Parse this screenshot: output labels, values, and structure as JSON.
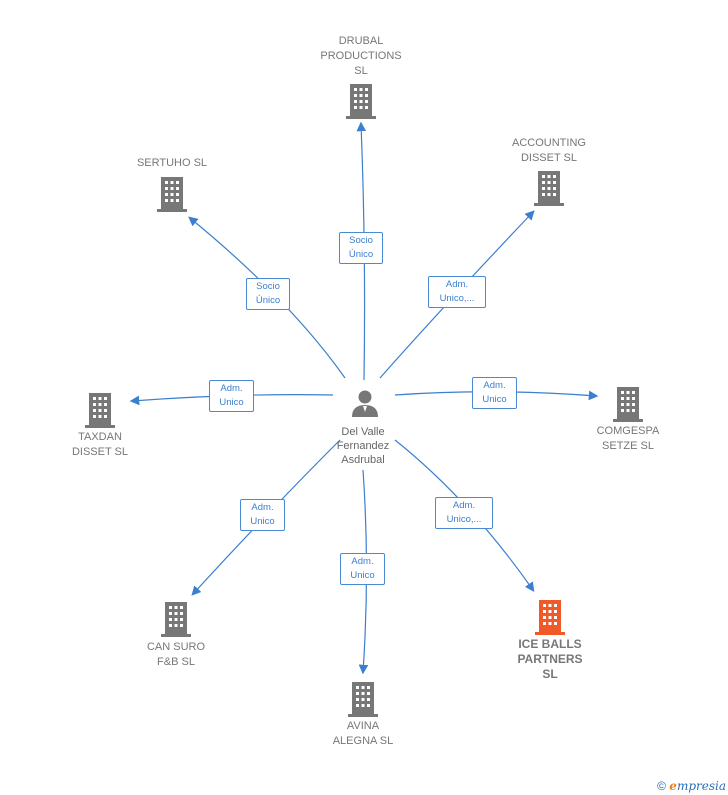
{
  "center": {
    "name_lines": [
      "Del Valle",
      "Fernandez",
      "Asdrubal"
    ]
  },
  "nodes": {
    "drubal": [
      "DRUBAL",
      "PRODUCTIONS",
      "SL"
    ],
    "sertuho": [
      "SERTUHO  SL"
    ],
    "accounting": [
      "ACCOUNTING",
      "DISSET  SL"
    ],
    "taxdan": [
      "TAXDAN",
      "DISSET  SL"
    ],
    "comgespa": [
      "COMGESPA",
      "SETZE  SL"
    ],
    "cansuro": [
      "CAN SURO",
      "F&B  SL"
    ],
    "iceballs": [
      "ICE BALLS",
      "PARTNERS",
      "SL"
    ],
    "avina": [
      "AVINA",
      "ALEGNA  SL"
    ]
  },
  "edges": {
    "drubal": [
      "Socio",
      "Único"
    ],
    "sertuho": [
      "Socio",
      "Único"
    ],
    "accounting": [
      "Adm.",
      "Unico,..."
    ],
    "taxdan": [
      "Adm.",
      "Unico"
    ],
    "comgespa": [
      "Adm.",
      "Unico"
    ],
    "cansuro": [
      "Adm.",
      "Unico"
    ],
    "iceballs": [
      "Adm.",
      "Unico,..."
    ],
    "avina": [
      "Adm.",
      "Unico"
    ]
  },
  "colors": {
    "edge": "#3b7fcf",
    "building": "#777777",
    "highlight": "#f05a28"
  },
  "footer": {
    "copyright": "©",
    "brand_e": "e",
    "brand_rest": "mpresia"
  }
}
